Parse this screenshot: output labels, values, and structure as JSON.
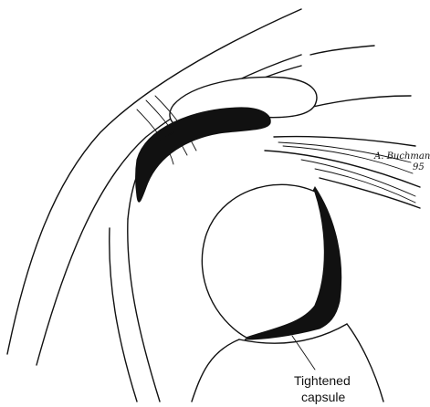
{
  "labels": {
    "capsule_line1": "Tightened",
    "capsule_line2": "capsule"
  },
  "signature": {
    "name": "A. Buchman",
    "year": "95"
  },
  "colors": {
    "ink": "#111111",
    "paper": "#ffffff"
  }
}
